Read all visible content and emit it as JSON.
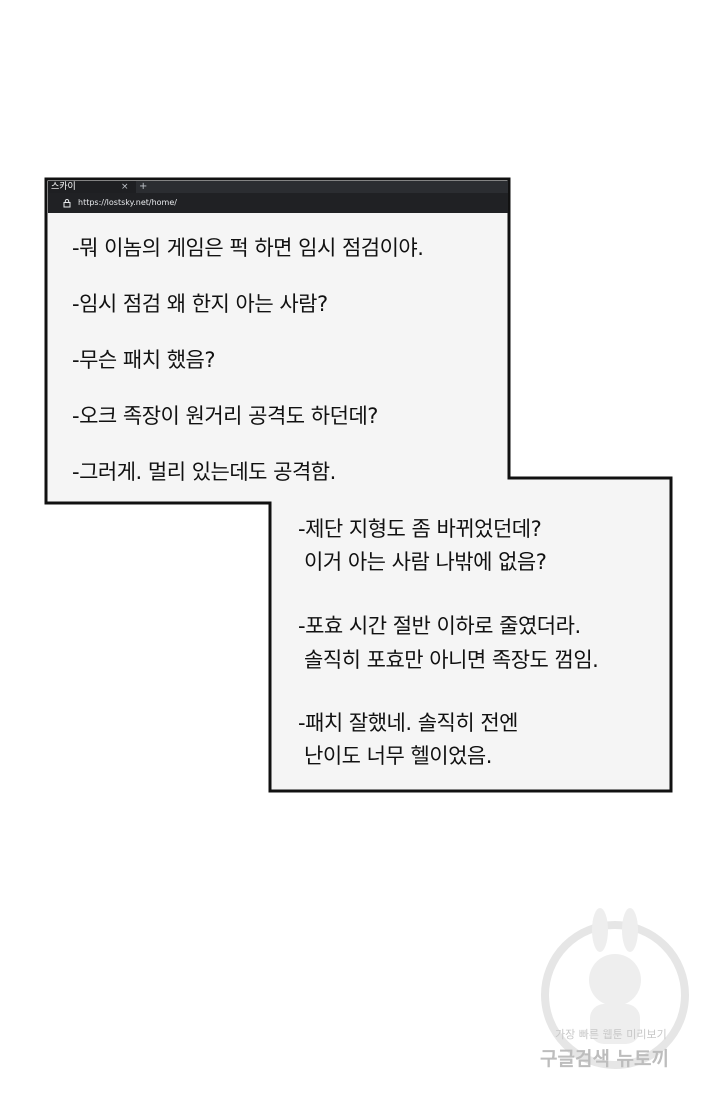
{
  "browser": {
    "tab_title": "스카이",
    "tab_close": "×",
    "new_tab": "+",
    "url": "https://lostsky.net/home/"
  },
  "chat_top": {
    "lines": [
      "-뭐 이놈의 게임은 퍽 하면 임시 점검이야.",
      "-임시 점검 왜 한지 아는 사람?",
      "-무슨 패치 했음?",
      "-오크 족장이 원거리 공격도 하던데?",
      "-그러게. 멀리 있는데도 공격함."
    ]
  },
  "chat_bottom": {
    "lines": [
      "-제단 지형도 좀 바뀌었던데?",
      " 이거 아는 사람 나밖에 없음?",
      "-포효 시간 절반 이하로 줄였더라.",
      " 솔직히 포효만 아니면 족장도 껌임.",
      "-패치 잘했네. 솔직히 전엔",
      " 난이도 너무 헬이었음."
    ]
  },
  "watermark": {
    "line1": "가장 빠른 웹툰 미리보기",
    "line2": "구글검색 뉴토끼"
  }
}
